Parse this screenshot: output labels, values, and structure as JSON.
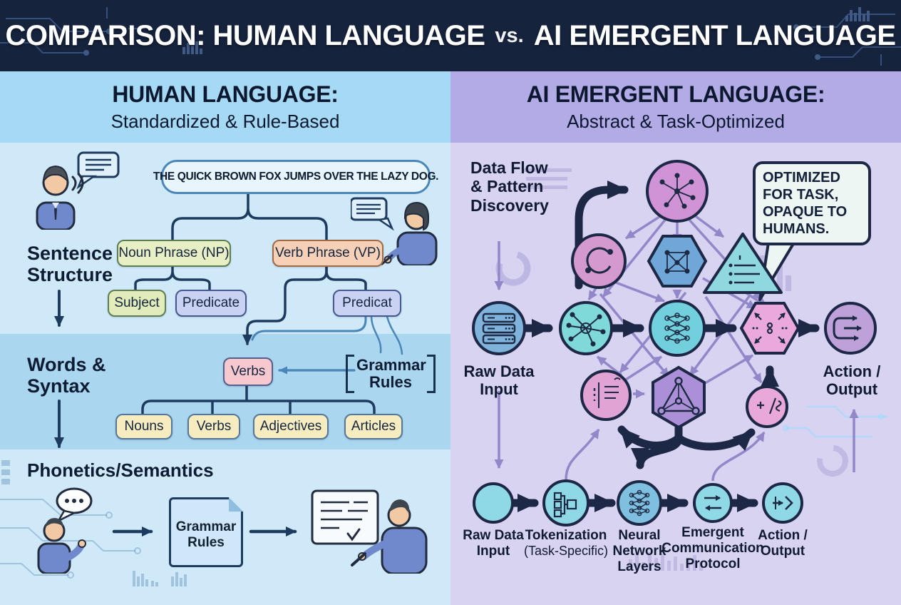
{
  "title": {
    "part1": "COMPARISON: HUMAN LANGUAGE",
    "vs": "vs.",
    "part2": "AI EMERGENT LANGUAGE"
  },
  "left": {
    "heading": "HUMAN LANGUAGE:",
    "subheading": "Standardized & Rule-Based",
    "sentence": "THE QUICK BROWN FOX JUMPS OVER THE LAZY DOG.",
    "stage1": "Sentence Structure",
    "stage2": "Words & Syntax",
    "stage3": "Phonetics/Semantics",
    "grammar_rules": "Grammar Rules",
    "doc_label": "Grammar Rules",
    "tree": {
      "np": "Noun Phrase (NP)",
      "vp": "Verb Phrase (VP)",
      "subject": "Subject",
      "predicate": "Predicate",
      "predicat": "Predicat",
      "verbs": "Verbs",
      "nouns": "Nouns",
      "verbs2": "Verbs",
      "adjectives": "Adjectives",
      "articles": "Articles"
    }
  },
  "right": {
    "heading": "AI EMERGENT LANGUAGE:",
    "subheading": "Abstract & Task-Optimized",
    "flow_label": "Data Flow & Pattern Discovery",
    "callout": "OPTIMIZED FOR TASK, OPAQUE TO HUMANS.",
    "mid_input": "Raw Data Input",
    "mid_output": "Action / Output",
    "bottom": {
      "input": "Raw Data Input",
      "tokenization": "Tokenization",
      "tokenization_sub": "(Task-Specific)",
      "neural": "Neural Network Layers",
      "protocol": "Emergent Communication Protocol",
      "output": "Action / Output"
    }
  },
  "colors": {
    "title_bg": "#16233d",
    "title_text": "#ffffff",
    "left_bg": "#cfe9f9",
    "left_header_bg": "#a6daf4",
    "left_band_bg": "#abd6ef",
    "right_bg": "#d8d3f1",
    "right_header_bg": "#b2abe5",
    "ink": "#0e1c33",
    "thick_arrow": "#1d2746",
    "thin_arrow": "#9187c9",
    "link_blue": "#4a86b8",
    "node_teal": "#7fd9d9",
    "node_pink": "#d497d4",
    "node_blue": "#7fb3dc",
    "node_purple": "#ab90d8",
    "callout_bg": "#edf6f3"
  }
}
